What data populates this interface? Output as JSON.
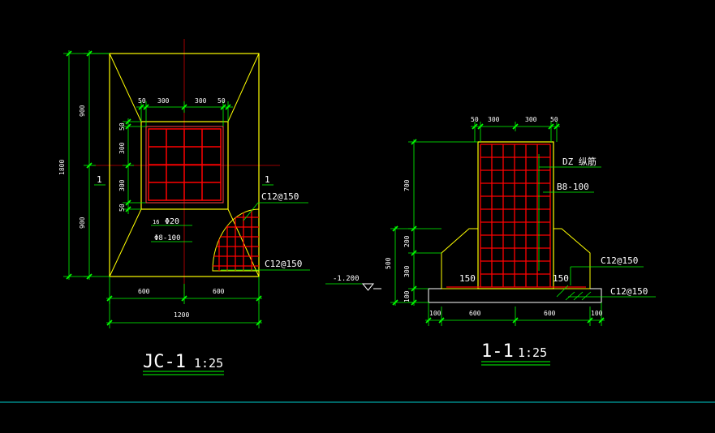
{
  "colors": {
    "background": "#000000",
    "outline": "#ffff00",
    "rebar": "#ff0000",
    "dimension": "#00ff00",
    "text": "#ffffff",
    "centerline": "#cc0000",
    "border": "#00cccc"
  },
  "plan": {
    "dims_top": [
      "50",
      "300",
      "300",
      "50"
    ],
    "dims_left_small": [
      "50",
      "300",
      "300",
      "50"
    ],
    "dims_left_big": [
      "900",
      "900"
    ],
    "dim_total_height": "1800",
    "dims_bottom": [
      "600",
      "600"
    ],
    "dim_total_width": "1200",
    "section_mark_left": "1",
    "section_mark_right": "1",
    "rebar_label_1_count": "16",
    "rebar_label_1_bar": "Φ20",
    "rebar_label_2": "Φ8-100",
    "rebar_callout_top": "C12@150",
    "rebar_callout_bottom": "C12@150"
  },
  "section": {
    "dims_top": [
      "50",
      "300",
      "300",
      "50"
    ],
    "dims_left_col": [
      "700",
      "200",
      "300",
      "100"
    ],
    "dim_left_total": "500",
    "level": "-1.200",
    "label_dz": "DZ 纵筋",
    "label_stirrup": "B8-100",
    "label_c1": "C12@150",
    "label_c2": "C12@150",
    "label_150_left": "150",
    "label_150_right": "150",
    "dims_bottom": [
      "100",
      "600",
      "600",
      "100"
    ]
  },
  "titles": {
    "plan_name": "JC-1",
    "plan_scale": "1:25",
    "section_name": "1-1",
    "section_scale": "1:25"
  }
}
